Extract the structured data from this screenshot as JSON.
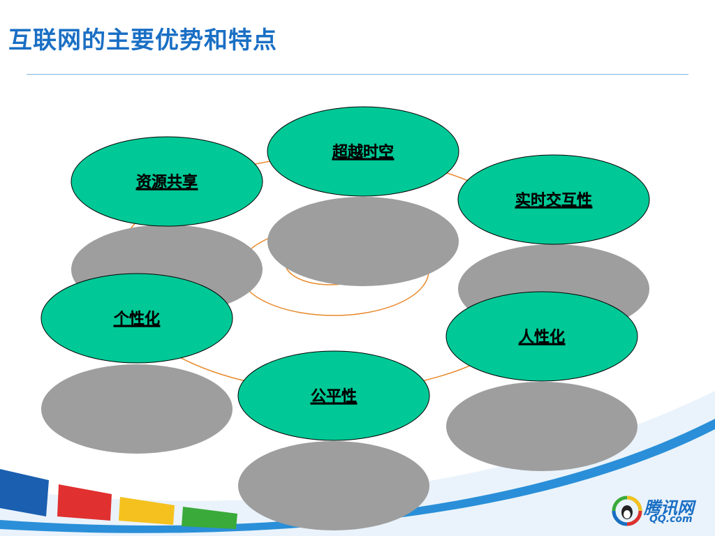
{
  "title": "互联网的主要优势和特点",
  "nodes": [
    {
      "label": "超越时空"
    },
    {
      "label": "资源共享"
    },
    {
      "label": "实时交互性"
    },
    {
      "label": "个性化"
    },
    {
      "label": "人性化"
    },
    {
      "label": "公平性"
    }
  ],
  "colors": {
    "node_fill": "#00c896",
    "shadow_fill": "#9e9e9e",
    "ring_stroke": "#e8882a",
    "title": "#1a6fc4"
  },
  "logo": {
    "name": "腾讯网",
    "domain": "QQ.com",
    "icon": "qq-logo-icon"
  }
}
